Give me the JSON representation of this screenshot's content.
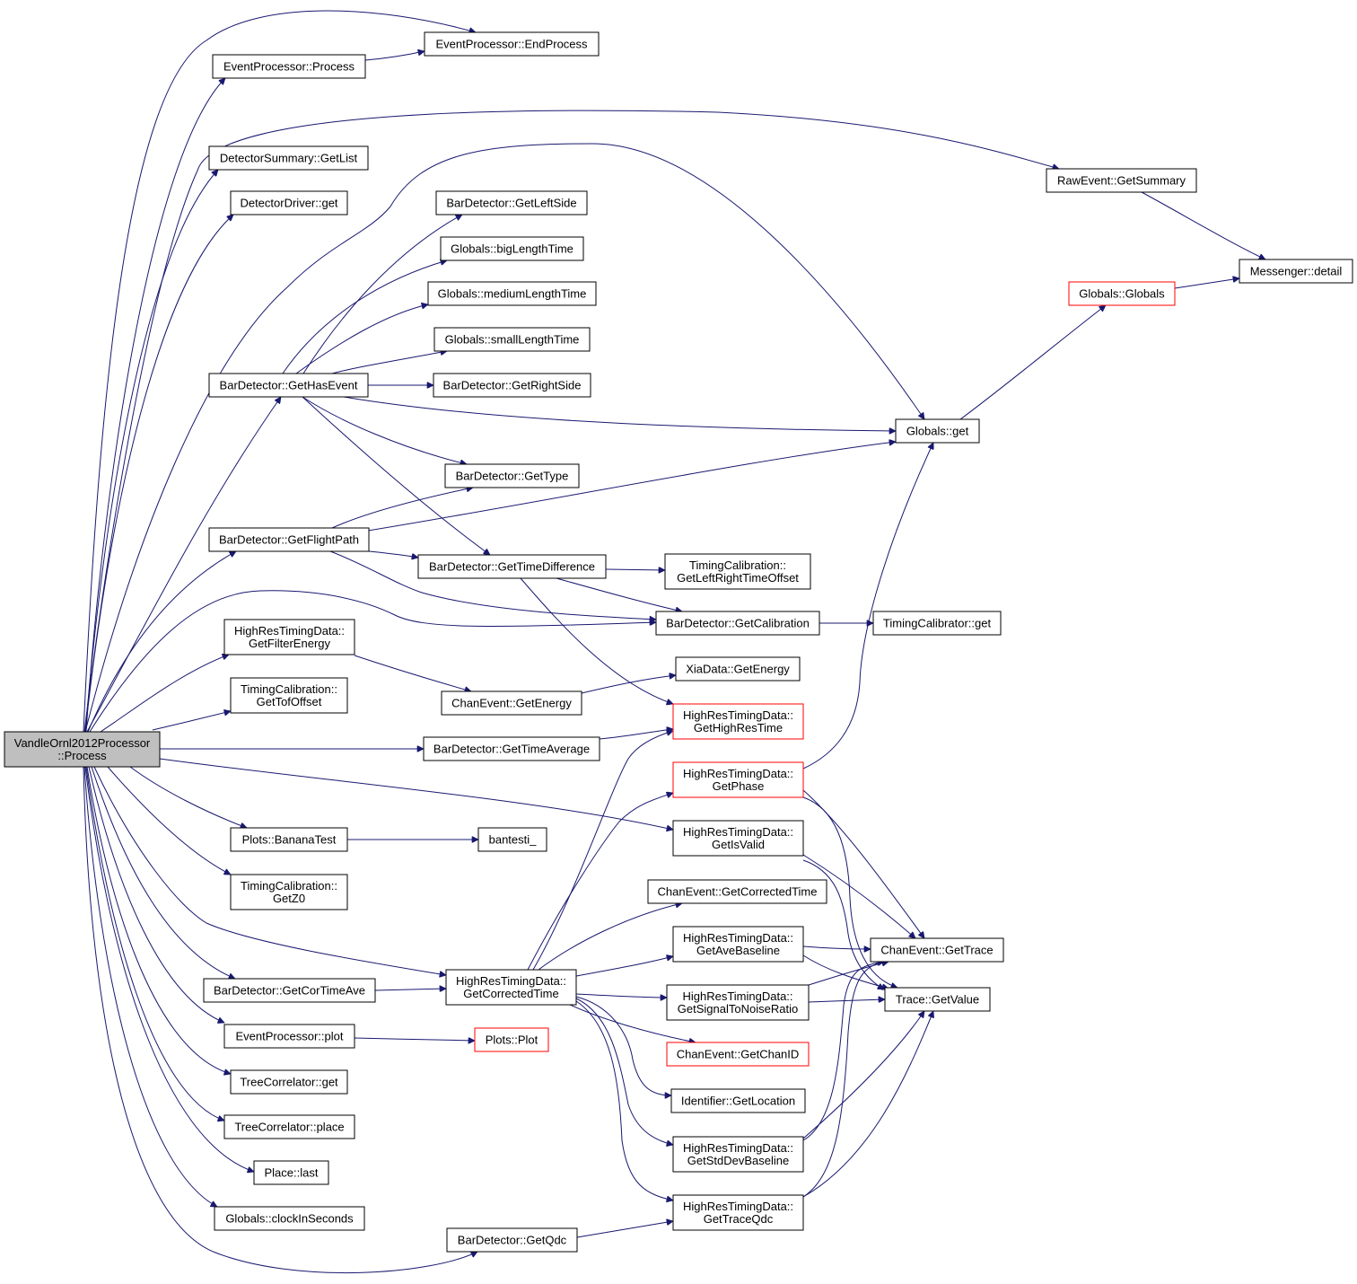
{
  "colors": {
    "edge": "#191970",
    "root_fill": "#bfbfbf",
    "truncated_border": "#ff0000",
    "node_border": "#000000"
  },
  "nodes": {
    "root": [
      "VandleOrnl2012Processor",
      "::Process"
    ],
    "ep_process": [
      "EventProcessor::Process"
    ],
    "ep_endprocess": [
      "EventProcessor::EndProcess"
    ],
    "ds_getlist": [
      "DetectorSummary::GetList"
    ],
    "dd_get": [
      "DetectorDriver::get"
    ],
    "bd_getleftside": [
      "BarDetector::GetLeftSide"
    ],
    "gl_biglength": [
      "Globals::bigLengthTime"
    ],
    "gl_mediumlength": [
      "Globals::mediumLengthTime"
    ],
    "gl_smalllength": [
      "Globals::smallLengthTime"
    ],
    "bd_gethasevent": [
      "BarDetector::GetHasEvent"
    ],
    "bd_getrightside": [
      "BarDetector::GetRightSide"
    ],
    "bd_gettype": [
      "BarDetector::GetType"
    ],
    "bd_getflightpath": [
      "BarDetector::GetFlightPath"
    ],
    "bd_gettimediff": [
      "BarDetector::GetTimeDifference"
    ],
    "tc_getleftright": [
      "TimingCalibration::",
      "GetLeftRightTimeOffset"
    ],
    "bd_getcalibration": [
      "BarDetector::GetCalibration"
    ],
    "tcr_get": [
      "TimingCalibrator::get"
    ],
    "hr_getfilterenergy": [
      "HighResTimingData::",
      "GetFilterEnergy"
    ],
    "tc_gettofoffset": [
      "TimingCalibration::",
      "GetTofOffset"
    ],
    "ce_getenergy": [
      "ChanEvent::GetEnergy"
    ],
    "xia_getenergy": [
      "XiaData::GetEnergy"
    ],
    "hr_gethighrestime": [
      "HighResTimingData::",
      "GetHighResTime"
    ],
    "bd_gettimeaverage": [
      "BarDetector::GetTimeAverage"
    ],
    "hr_getphase": [
      "HighResTimingData::",
      "GetPhase"
    ],
    "hr_getisvalid": [
      "HighResTimingData::",
      "GetIsValid"
    ],
    "plots_banana": [
      "Plots::BananaTest"
    ],
    "bantesti": [
      "bantesti_"
    ],
    "tc_getz0": [
      "TimingCalibration::",
      "GetZ0"
    ],
    "ce_getcorrectedtime": [
      "ChanEvent::GetCorrectedTime"
    ],
    "hr_getavebaseline": [
      "HighResTimingData::",
      "GetAveBaseline"
    ],
    "ce_gettrace": [
      "ChanEvent::GetTrace"
    ],
    "hr_getcorrectedtime": [
      "HighResTimingData::",
      "GetCorrectedTime"
    ],
    "bd_getcortimeave": [
      "BarDetector::GetCorTimeAve"
    ],
    "hr_getsnr": [
      "HighResTimingData::",
      "GetSignalToNoiseRatio"
    ],
    "trace_getvalue": [
      "Trace::GetValue"
    ],
    "ep_plot": [
      "EventProcessor::plot"
    ],
    "plots_plot": [
      "Plots::Plot"
    ],
    "ce_getchanid": [
      "ChanEvent::GetChanID"
    ],
    "tree_get": [
      "TreeCorrelator::get"
    ],
    "id_getlocation": [
      "Identifier::GetLocation"
    ],
    "tree_place": [
      "TreeCorrelator::place"
    ],
    "hr_getstddev": [
      "HighResTimingData::",
      "GetStdDevBaseline"
    ],
    "place_last": [
      "Place::last"
    ],
    "gl_clock": [
      "Globals::clockInSeconds"
    ],
    "hr_gettraceqdc": [
      "HighResTimingData::",
      "GetTraceQdc"
    ],
    "bd_getqdc": [
      "BarDetector::GetQdc"
    ],
    "raw_getsummary": [
      "RawEvent::GetSummary"
    ],
    "messenger_detail": [
      "Messenger::detail"
    ],
    "gl_globals": [
      "Globals::Globals"
    ],
    "gl_get": [
      "Globals::get"
    ]
  }
}
